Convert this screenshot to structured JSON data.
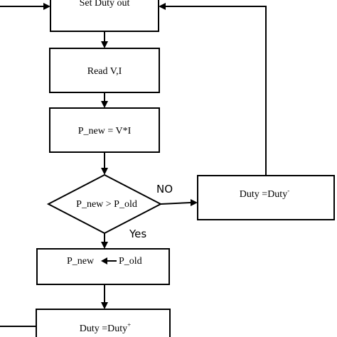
{
  "flowchart": {
    "set_duty": "Set Duty out",
    "read_vi": "Read V,I",
    "compute_power": "P_new = V*I",
    "decision": "P_new > P_old",
    "no_label": "NO",
    "yes_label": "Yes",
    "duty_decrease": {
      "base": "Duty =Duty",
      "sup": "-"
    },
    "update_power": {
      "left": "P_new",
      "right": "P_old"
    },
    "duty_increase": {
      "base": "Duty =Duty",
      "sup": "+"
    }
  }
}
